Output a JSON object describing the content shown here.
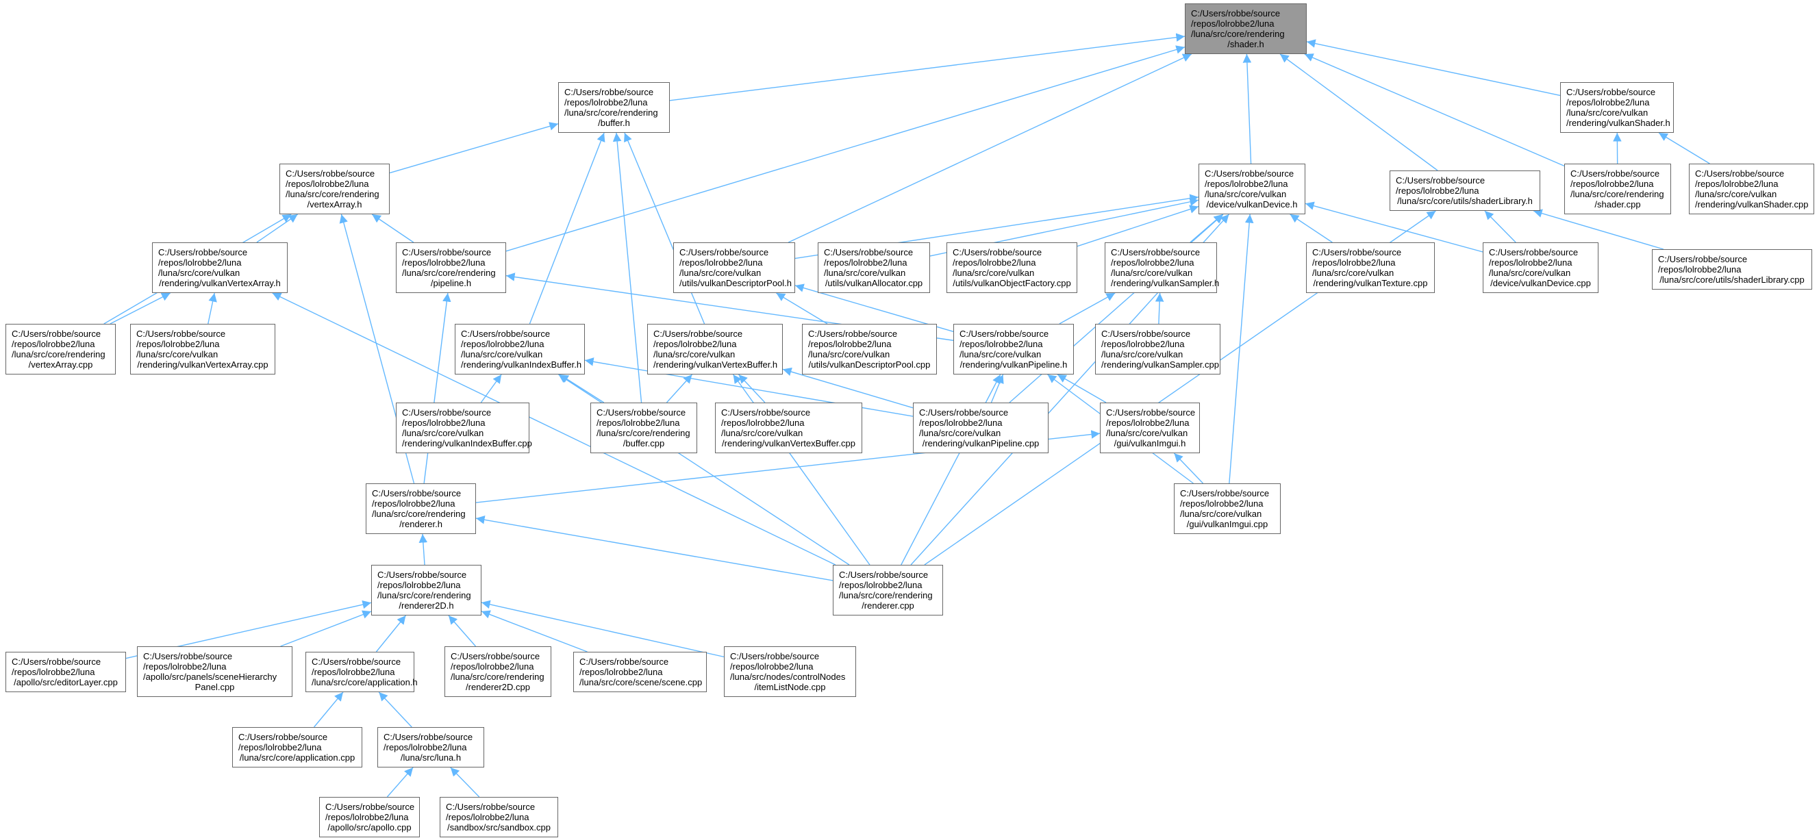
{
  "graph": {
    "type": "include-dependency-graph",
    "edge_color": "#63b8ff",
    "highlight_color": "#999999",
    "nodes": [
      {
        "id": "shader_h",
        "highlight": true,
        "lines": [
          "C:/Users/robbe/source",
          "/repos/lolrobbe2/luna",
          "/luna/src/core/rendering",
          "/shader.h"
        ]
      },
      {
        "id": "buffer_h",
        "lines": [
          "C:/Users/robbe/source",
          "/repos/lolrobbe2/luna",
          "/luna/src/core/rendering",
          "/buffer.h"
        ]
      },
      {
        "id": "vulkanShader_h",
        "lines": [
          "C:/Users/robbe/source",
          "/repos/lolrobbe2/luna",
          "/luna/src/core/vulkan",
          "/rendering/vulkanShader.h"
        ]
      },
      {
        "id": "vertexArray_h",
        "lines": [
          "C:/Users/robbe/source",
          "/repos/lolrobbe2/luna",
          "/luna/src/core/rendering",
          "/vertexArray.h"
        ]
      },
      {
        "id": "vulkanDevice_h",
        "lines": [
          "C:/Users/robbe/source",
          "/repos/lolrobbe2/luna",
          "/luna/src/core/vulkan",
          "/device/vulkanDevice.h"
        ]
      },
      {
        "id": "shaderLibrary_h",
        "lines": [
          "C:/Users/robbe/source",
          "/repos/lolrobbe2/luna",
          "/luna/src/core/utils/shaderLibrary.h"
        ]
      },
      {
        "id": "shader_cpp",
        "lines": [
          "C:/Users/robbe/source",
          "/repos/lolrobbe2/luna",
          "/luna/src/core/rendering",
          "/shader.cpp"
        ]
      },
      {
        "id": "vulkanShader_cpp",
        "lines": [
          "C:/Users/robbe/source",
          "/repos/lolrobbe2/luna",
          "/luna/src/core/vulkan",
          "/rendering/vulkanShader.cpp"
        ]
      },
      {
        "id": "vulkanVertexArray_h",
        "lines": [
          "C:/Users/robbe/source",
          "/repos/lolrobbe2/luna",
          "/luna/src/core/vulkan",
          "/rendering/vulkanVertexArray.h"
        ]
      },
      {
        "id": "pipeline_h",
        "lines": [
          "C:/Users/robbe/source",
          "/repos/lolrobbe2/luna",
          "/luna/src/core/rendering",
          "/pipeline.h"
        ]
      },
      {
        "id": "vulkanDescriptorPool_h",
        "lines": [
          "C:/Users/robbe/source",
          "/repos/lolrobbe2/luna",
          "/luna/src/core/vulkan",
          "/utils/vulkanDescriptorPool.h"
        ]
      },
      {
        "id": "vulkanAllocator_cpp",
        "lines": [
          "C:/Users/robbe/source",
          "/repos/lolrobbe2/luna",
          "/luna/src/core/vulkan",
          "/utils/vulkanAllocator.cpp"
        ]
      },
      {
        "id": "vulkanObjectFactory_cpp",
        "lines": [
          "C:/Users/robbe/source",
          "/repos/lolrobbe2/luna",
          "/luna/src/core/vulkan",
          "/utils/vulkanObjectFactory.cpp"
        ]
      },
      {
        "id": "vulkanSampler_h",
        "lines": [
          "C:/Users/robbe/source",
          "/repos/lolrobbe2/luna",
          "/luna/src/core/vulkan",
          "/rendering/vulkanSampler.h"
        ]
      },
      {
        "id": "vulkanTexture_cpp",
        "lines": [
          "C:/Users/robbe/source",
          "/repos/lolrobbe2/luna",
          "/luna/src/core/vulkan",
          "/rendering/vulkanTexture.cpp"
        ]
      },
      {
        "id": "vulkanDevice_cpp",
        "lines": [
          "C:/Users/robbe/source",
          "/repos/lolrobbe2/luna",
          "/luna/src/core/vulkan",
          "/device/vulkanDevice.cpp"
        ]
      },
      {
        "id": "shaderLibrary_cpp",
        "lines": [
          "C:/Users/robbe/source",
          "/repos/lolrobbe2/luna",
          "/luna/src/core/utils/shaderLibrary.cpp"
        ]
      },
      {
        "id": "vertexArray_cpp",
        "lines": [
          "C:/Users/robbe/source",
          "/repos/lolrobbe2/luna",
          "/luna/src/core/rendering",
          "/vertexArray.cpp"
        ]
      },
      {
        "id": "vulkanVertexArray_cpp",
        "lines": [
          "C:/Users/robbe/source",
          "/repos/lolrobbe2/luna",
          "/luna/src/core/vulkan",
          "/rendering/vulkanVertexArray.cpp"
        ]
      },
      {
        "id": "vulkanIndexBuffer_h",
        "lines": [
          "C:/Users/robbe/source",
          "/repos/lolrobbe2/luna",
          "/luna/src/core/vulkan",
          "/rendering/vulkanIndexBuffer.h"
        ]
      },
      {
        "id": "vulkanVertexBuffer_h",
        "lines": [
          "C:/Users/robbe/source",
          "/repos/lolrobbe2/luna",
          "/luna/src/core/vulkan",
          "/rendering/vulkanVertexBuffer.h"
        ]
      },
      {
        "id": "vulkanDescriptorPool_cpp",
        "lines": [
          "C:/Users/robbe/source",
          "/repos/lolrobbe2/luna",
          "/luna/src/core/vulkan",
          "/utils/vulkanDescriptorPool.cpp"
        ]
      },
      {
        "id": "vulkanPipeline_h",
        "lines": [
          "C:/Users/robbe/source",
          "/repos/lolrobbe2/luna",
          "/luna/src/core/vulkan",
          "/rendering/vulkanPipeline.h"
        ]
      },
      {
        "id": "vulkanSampler_cpp",
        "lines": [
          "C:/Users/robbe/source",
          "/repos/lolrobbe2/luna",
          "/luna/src/core/vulkan",
          "/rendering/vulkanSampler.cpp"
        ]
      },
      {
        "id": "vulkanIndexBuffer_cpp",
        "lines": [
          "C:/Users/robbe/source",
          "/repos/lolrobbe2/luna",
          "/luna/src/core/vulkan",
          "/rendering/vulkanIndexBuffer.cpp"
        ]
      },
      {
        "id": "buffer_cpp",
        "lines": [
          "C:/Users/robbe/source",
          "/repos/lolrobbe2/luna",
          "/luna/src/core/rendering",
          "/buffer.cpp"
        ]
      },
      {
        "id": "vulkanVertexBuffer_cpp",
        "lines": [
          "C:/Users/robbe/source",
          "/repos/lolrobbe2/luna",
          "/luna/src/core/vulkan",
          "/rendering/vulkanVertexBuffer.cpp"
        ]
      },
      {
        "id": "vulkanPipeline_cpp",
        "lines": [
          "C:/Users/robbe/source",
          "/repos/lolrobbe2/luna",
          "/luna/src/core/vulkan",
          "/rendering/vulkanPipeline.cpp"
        ]
      },
      {
        "id": "vulkanImgui_h",
        "lines": [
          "C:/Users/robbe/source",
          "/repos/lolrobbe2/luna",
          "/luna/src/core/vulkan",
          "/gui/vulkanImgui.h"
        ]
      },
      {
        "id": "renderer_h",
        "lines": [
          "C:/Users/robbe/source",
          "/repos/lolrobbe2/luna",
          "/luna/src/core/rendering",
          "/renderer.h"
        ]
      },
      {
        "id": "vulkanImgui_cpp",
        "lines": [
          "C:/Users/robbe/source",
          "/repos/lolrobbe2/luna",
          "/luna/src/core/vulkan",
          "/gui/vulkanImgui.cpp"
        ]
      },
      {
        "id": "renderer2D_h",
        "lines": [
          "C:/Users/robbe/source",
          "/repos/lolrobbe2/luna",
          "/luna/src/core/rendering",
          "/renderer2D.h"
        ]
      },
      {
        "id": "renderer_cpp",
        "lines": [
          "C:/Users/robbe/source",
          "/repos/lolrobbe2/luna",
          "/luna/src/core/rendering",
          "/renderer.cpp"
        ]
      },
      {
        "id": "editorLayer_cpp",
        "lines": [
          "C:/Users/robbe/source",
          "/repos/lolrobbe2/luna",
          "/apollo/src/editorLayer.cpp"
        ]
      },
      {
        "id": "sceneHierarchyPanel_cpp",
        "lines": [
          "C:/Users/robbe/source",
          "/repos/lolrobbe2/luna",
          "/apollo/src/panels/sceneHierarchy",
          "Panel.cpp"
        ]
      },
      {
        "id": "application_h",
        "lines": [
          "C:/Users/robbe/source",
          "/repos/lolrobbe2/luna",
          "/luna/src/core/application.h"
        ]
      },
      {
        "id": "renderer2D_cpp",
        "lines": [
          "C:/Users/robbe/source",
          "/repos/lolrobbe2/luna",
          "/luna/src/core/rendering",
          "/renderer2D.cpp"
        ]
      },
      {
        "id": "scene_cpp",
        "lines": [
          "C:/Users/robbe/source",
          "/repos/lolrobbe2/luna",
          "/luna/src/core/scene/scene.cpp"
        ]
      },
      {
        "id": "itemListNode_cpp",
        "lines": [
          "C:/Users/robbe/source",
          "/repos/lolrobbe2/luna",
          "/luna/src/nodes/controlNodes",
          "/itemListNode.cpp"
        ]
      },
      {
        "id": "application_cpp",
        "lines": [
          "C:/Users/robbe/source",
          "/repos/lolrobbe2/luna",
          "/luna/src/core/application.cpp"
        ]
      },
      {
        "id": "luna_h",
        "lines": [
          "C:/Users/robbe/source",
          "/repos/lolrobbe2/luna",
          "/luna/src/luna.h"
        ]
      },
      {
        "id": "apollo_cpp",
        "lines": [
          "C:/Users/robbe/source",
          "/repos/lolrobbe2/luna",
          "/apollo/src/apollo.cpp"
        ]
      },
      {
        "id": "sandbox_cpp",
        "lines": [
          "C:/Users/robbe/source",
          "/repos/lolrobbe2/luna",
          "/sandbox/src/sandbox.cpp"
        ]
      }
    ],
    "edges": [
      [
        "buffer_h",
        "shader_h"
      ],
      [
        "vulkanShader_h",
        "shader_h"
      ],
      [
        "vulkanDevice_h",
        "shader_h"
      ],
      [
        "shaderLibrary_h",
        "shader_h"
      ],
      [
        "shader_cpp",
        "shader_h"
      ],
      [
        "vulkanDescriptorPool_h",
        "shader_h"
      ],
      [
        "pipeline_h",
        "shader_h"
      ],
      [
        "vertexArray_h",
        "buffer_h"
      ],
      [
        "vulkanIndexBuffer_h",
        "buffer_h"
      ],
      [
        "buffer_cpp",
        "buffer_h"
      ],
      [
        "vulkanVertexBuffer_h",
        "buffer_h"
      ],
      [
        "vulkanShader_cpp",
        "vulkanShader_h"
      ],
      [
        "shader_cpp",
        "vulkanShader_h"
      ],
      [
        "vulkanVertexArray_h",
        "vertexArray_h"
      ],
      [
        "pipeline_h",
        "vertexArray_h"
      ],
      [
        "vertexArray_cpp",
        "vertexArray_h"
      ],
      [
        "renderer_h",
        "vertexArray_h"
      ],
      [
        "vulkanDescriptorPool_h",
        "vulkanDevice_h"
      ],
      [
        "vulkanAllocator_cpp",
        "vulkanDevice_h"
      ],
      [
        "vulkanObjectFactory_cpp",
        "vulkanDevice_h"
      ],
      [
        "vulkanSampler_h",
        "vulkanDevice_h"
      ],
      [
        "vulkanTexture_cpp",
        "vulkanDevice_h"
      ],
      [
        "vulkanDevice_cpp",
        "vulkanDevice_h"
      ],
      [
        "vulkanPipeline_cpp",
        "vulkanDevice_h"
      ],
      [
        "vulkanImgui_cpp",
        "vulkanDevice_h"
      ],
      [
        "renderer_cpp",
        "vulkanDevice_h"
      ],
      [
        "vulkanDevice_cpp",
        "shaderLibrary_h"
      ],
      [
        "shaderLibrary_cpp",
        "shaderLibrary_h"
      ],
      [
        "renderer_cpp",
        "shaderLibrary_h"
      ],
      [
        "vertexArray_cpp",
        "vulkanVertexArray_h"
      ],
      [
        "vulkanVertexArray_cpp",
        "vulkanVertexArray_h"
      ],
      [
        "renderer_cpp",
        "vulkanVertexArray_h"
      ],
      [
        "vulkanPipeline_h",
        "pipeline_h"
      ],
      [
        "renderer_h",
        "pipeline_h"
      ],
      [
        "vulkanDescriptorPool_cpp",
        "vulkanDescriptorPool_h"
      ],
      [
        "vulkanPipeline_h",
        "vulkanDescriptorPool_h"
      ],
      [
        "vulkanPipeline_h",
        "vulkanSampler_h"
      ],
      [
        "vulkanSampler_cpp",
        "vulkanSampler_h"
      ],
      [
        "vulkanIndexBuffer_cpp",
        "vulkanIndexBuffer_h"
      ],
      [
        "buffer_cpp",
        "vulkanIndexBuffer_h"
      ],
      [
        "renderer_cpp",
        "vulkanIndexBuffer_h"
      ],
      [
        "vulkanPipeline_cpp",
        "vulkanIndexBuffer_h"
      ],
      [
        "buffer_cpp",
        "vulkanVertexBuffer_h"
      ],
      [
        "vulkanVertexBuffer_cpp",
        "vulkanVertexBuffer_h"
      ],
      [
        "vulkanPipeline_cpp",
        "vulkanVertexBuffer_h"
      ],
      [
        "renderer_cpp",
        "vulkanVertexBuffer_h"
      ],
      [
        "vulkanPipeline_cpp",
        "vulkanPipeline_h"
      ],
      [
        "vulkanImgui_h",
        "vulkanPipeline_h"
      ],
      [
        "vulkanImgui_cpp",
        "vulkanPipeline_h"
      ],
      [
        "renderer_cpp",
        "vulkanPipeline_h"
      ],
      [
        "vulkanImgui_cpp",
        "vulkanImgui_h"
      ],
      [
        "renderer_h",
        "vulkanImgui_h"
      ],
      [
        "renderer2D_h",
        "renderer_h"
      ],
      [
        "renderer_cpp",
        "renderer_h"
      ],
      [
        "editorLayer_cpp",
        "renderer2D_h"
      ],
      [
        "sceneHierarchyPanel_cpp",
        "renderer2D_h"
      ],
      [
        "application_h",
        "renderer2D_h"
      ],
      [
        "renderer2D_cpp",
        "renderer2D_h"
      ],
      [
        "scene_cpp",
        "renderer2D_h"
      ],
      [
        "itemListNode_cpp",
        "renderer2D_h"
      ],
      [
        "application_cpp",
        "application_h"
      ],
      [
        "luna_h",
        "application_h"
      ],
      [
        "apollo_cpp",
        "luna_h"
      ],
      [
        "sandbox_cpp",
        "luna_h"
      ]
    ]
  }
}
